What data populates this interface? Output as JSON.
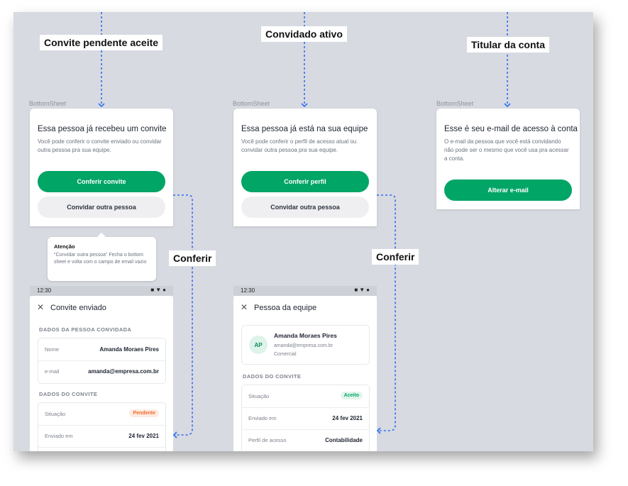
{
  "labels": {
    "pending_accepted": "Convite pendente aceite",
    "active_guest": "Convidado ativo",
    "account_holder": "Titular da conta",
    "check": "Conferir"
  },
  "bottomsheet_label": "BottomSheet",
  "sheets": [
    {
      "title": "Essa pessoa já recebeu um convite",
      "description": "Você pode conferir o convite enviado ou convidar outra pessoa pra sua equipe.",
      "primary_button": "Conferir convite",
      "secondary_button": "Convidar outra pessoa"
    },
    {
      "title": "Essa pessoa já está na sua equipe",
      "description": "Você pode conferir o perfil de acesso atual ou convidar outra pessoa pra sua equipe.",
      "primary_button": "Conferir perfil",
      "secondary_button": "Convidar outra pessoa"
    },
    {
      "title": "Esse é seu e-mail de acesso à conta",
      "description": "O e-mail da pessoa que você está convidando não pode ser o mesmo que você usa pra acessar a conta.",
      "primary_button": "Alterar e-mail"
    }
  ],
  "tooltip": {
    "title": "Atenção",
    "text": "\"Convidar outra pessoa\" Fecha o bottom sheet e volta com o campo de email vazio"
  },
  "screens": [
    {
      "status_time": "12:30",
      "status_icons": "■▼●",
      "title": "Convite enviado",
      "section1": "DADOS DA PESSOA CONVIDADA",
      "rows1": [
        {
          "key": "Nome",
          "value": "Amanda Moraes Pires"
        },
        {
          "key": "e-mail",
          "value": "amanda@empresa.com.br"
        }
      ],
      "section2": "DADOS DO CONVITE",
      "status_key": "Situação",
      "status_badge": "Pendente",
      "sent_key": "Enviado em",
      "sent_value": "24 fev 2021"
    },
    {
      "status_time": "12:30",
      "status_icons": "■▼●",
      "title": "Pessoa da equipe",
      "person": {
        "initials": "AP",
        "name": "Amanda Moraes Pires",
        "email": "amanda@empresa.com.br",
        "department": "Comercial"
      },
      "section": "DADOS DO CONVITE",
      "status_key": "Situação",
      "status_badge": "Aceito",
      "sent_key": "Enviado em",
      "sent_value": "24 fev 2021",
      "profile_key": "Perfil de acesso",
      "profile_value": "Contabilidade"
    }
  ],
  "icons": {
    "close": "close-icon",
    "connector_arrow": "arrow-head-icon"
  },
  "colors": {
    "primary": "#01a566",
    "connector": "#2f6ff0",
    "canvas": "#d8dae1",
    "pending": "#f26b2e"
  }
}
